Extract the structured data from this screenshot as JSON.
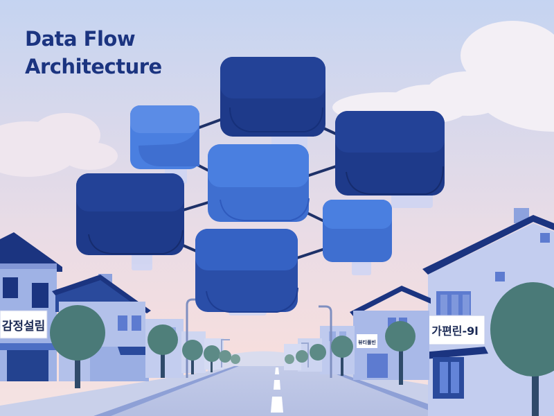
{
  "heading": {
    "line1": "Data Flow",
    "line2": "Architecture"
  },
  "signs": {
    "left": "감정설림",
    "right_small": "뷰티풀빈",
    "right_large": "가편린-9l"
  },
  "colors": {
    "navy": "#1b3480",
    "dark_block": "#1e3a8a",
    "medium_block": "#2f57b8",
    "light_block": "#4a7fe0",
    "sky_top": "#c8d6f2",
    "sky_horizon": "#f5dcdc",
    "tree": "#4a7a78"
  }
}
